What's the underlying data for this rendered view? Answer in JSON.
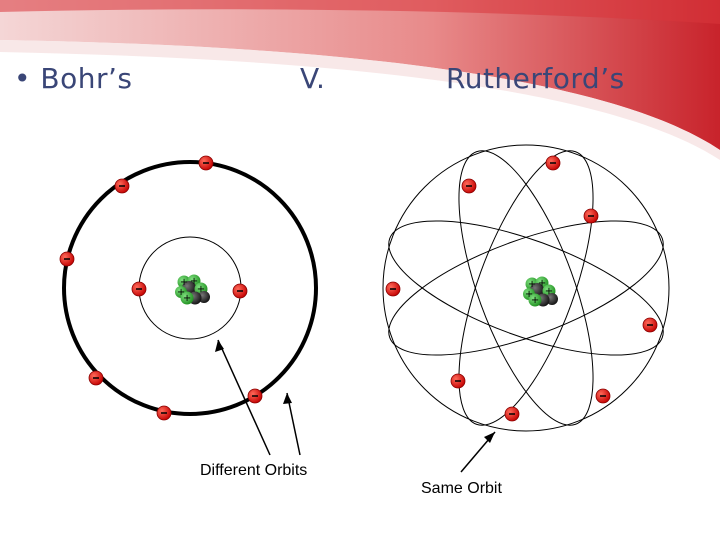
{
  "slide": {
    "bohr_title": "• Bohr’s",
    "versus": "V.",
    "rutherford_title": "Rutherford’s"
  },
  "bohr_model": {
    "caption": "Different Orbits",
    "electron_symbol": "-",
    "proton_symbol": "+"
  },
  "rutherford_model": {
    "caption": "Same Orbit",
    "electron_symbol": "-",
    "proton_symbol": "+"
  },
  "colors": {
    "banner": "#d0242b",
    "title_text": "#3a4677",
    "electron": "#e01010",
    "proton": "#2faa2f",
    "neutron": "#333333",
    "orbit": "#000000"
  }
}
